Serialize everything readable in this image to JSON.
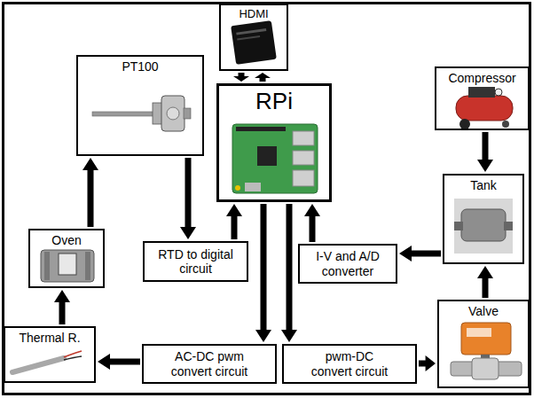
{
  "diagram": {
    "nodes": [
      {
        "text": [
          "HDMI"
        ]
      },
      {
        "text": [
          "PT100"
        ]
      },
      {
        "text": [
          "RPi"
        ]
      },
      {
        "text": [
          "Compressor"
        ]
      },
      {
        "text": [
          "Oven"
        ]
      },
      {
        "text": [
          "Tank"
        ]
      },
      {
        "text": [
          "RTD to digital circuit"
        ]
      },
      {
        "text": [
          "I-V and A/D converter"
        ]
      },
      {
        "text": [
          "Thermal R."
        ]
      },
      {
        "text": [
          "Valve"
        ]
      },
      {
        "text": [
          "AC-DC pwm convert circuit"
        ]
      },
      {
        "text": [
          "pwm-DC convert circuit"
        ]
      }
    ],
    "edges": [
      {
        "from": 0,
        "to": 2,
        "arrow": "to"
      },
      {
        "from": 2,
        "to": 0,
        "arrow": "to"
      },
      {
        "from": 4,
        "to": 1,
        "arrow": "to"
      },
      {
        "from": 1,
        "to": 6,
        "arrow": "to"
      },
      {
        "from": 6,
        "to": 2,
        "arrow": "to"
      },
      {
        "from": 7,
        "to": 2,
        "arrow": "to"
      },
      {
        "from": 3,
        "to": 5,
        "arrow": "to"
      },
      {
        "from": 9,
        "to": 5,
        "arrow": "to"
      },
      {
        "from": 5,
        "to": 7,
        "arrow": "to"
      },
      {
        "from": 2,
        "to": 10,
        "arrow": "to"
      },
      {
        "from": 2,
        "to": 11,
        "arrow": "to"
      },
      {
        "from": 10,
        "to": 8,
        "arrow": "to"
      },
      {
        "from": 8,
        "to": 4,
        "arrow": "to"
      },
      {
        "from": 11,
        "to": 9,
        "arrow": "to"
      }
    ]
  }
}
